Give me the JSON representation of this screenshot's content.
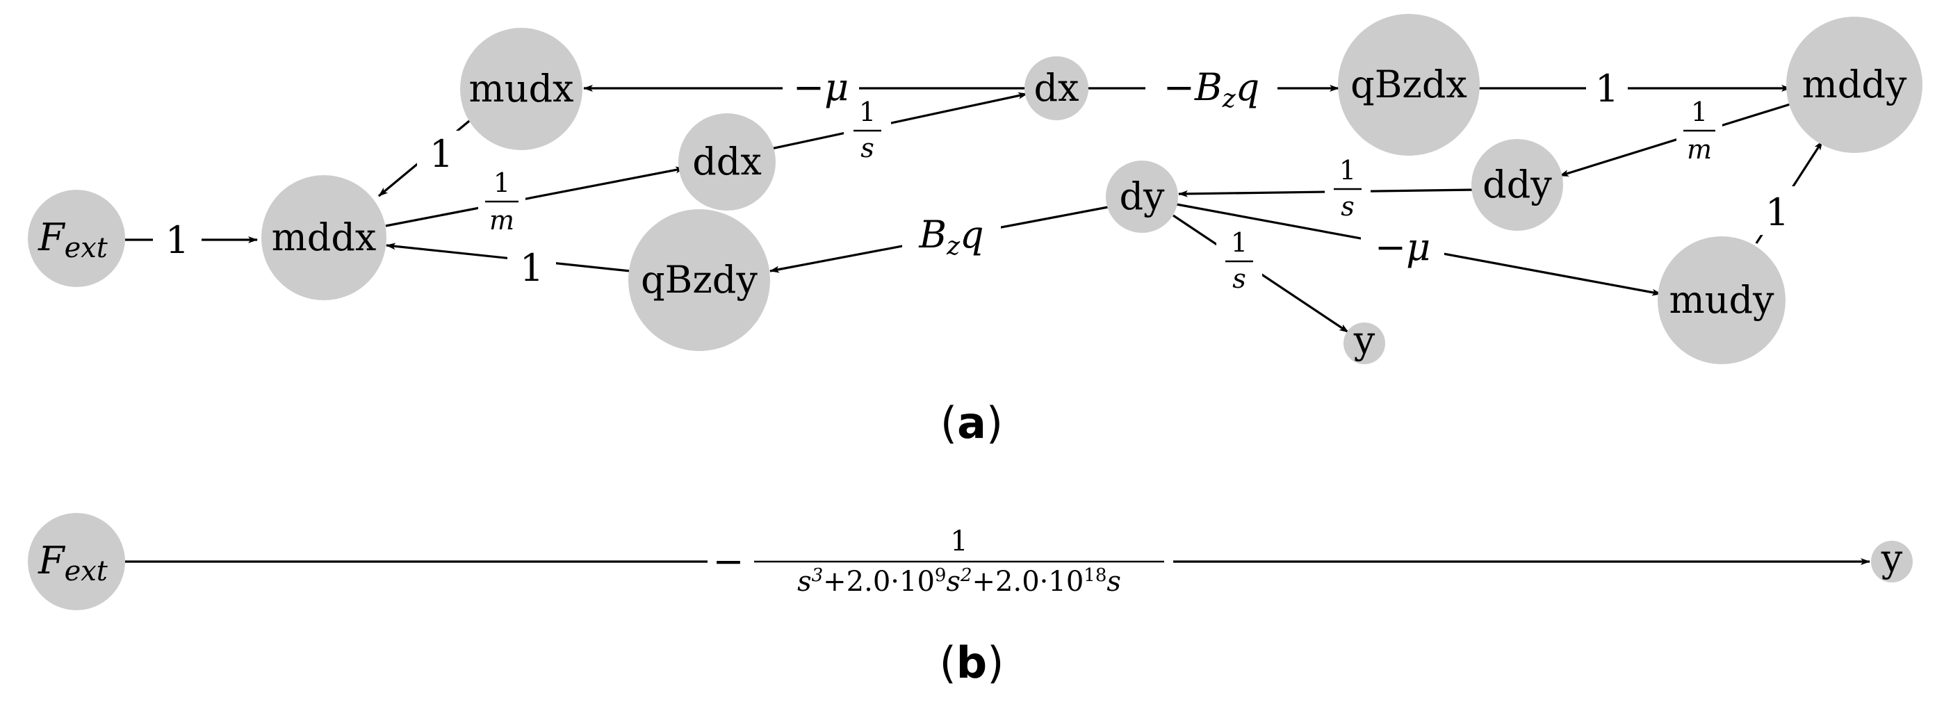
{
  "diagram_a": {
    "caption_letter": "a",
    "nodes": {
      "fext": {
        "main": "F",
        "sub": "ext"
      },
      "mddx": "mddx",
      "mudx": "mudx",
      "ddx": "ddx",
      "dx": "dx",
      "qBzdx": "qBzdx",
      "mddy": "mddy",
      "ddy": "ddy",
      "dy": "dy",
      "qBzdy": "qBzdy",
      "mudy": "mudy",
      "y": "y"
    },
    "edges": {
      "fext_mddx": "1",
      "mudx_mddx": "1",
      "mddx_ddx": {
        "num": "1",
        "den": "m"
      },
      "ddx_dx": {
        "num": "1",
        "den": "s"
      },
      "dx_mudx": {
        "sign": "−",
        "sym": "μ"
      },
      "dx_qBzdx": {
        "sign": "−",
        "main": "B",
        "sub": "z",
        "tail": "q"
      },
      "qBzdx_mddy": "1",
      "mddy_ddy": {
        "num": "1",
        "den": "m"
      },
      "mudy_mddy": "1",
      "ddy_dy": {
        "num": "1",
        "den": "s"
      },
      "dy_qBzdy": {
        "main": "B",
        "sub": "z",
        "tail": "q"
      },
      "qBzdy_mddx": "1",
      "dy_mudy": {
        "sign": "−",
        "sym": "μ"
      },
      "dy_y": {
        "num": "1",
        "den": "s"
      }
    }
  },
  "diagram_b": {
    "caption_letter": "b",
    "nodes": {
      "fext": {
        "main": "F",
        "sub": "ext"
      },
      "y": "y"
    },
    "transfer": {
      "sign": "−",
      "num": "1",
      "den": {
        "t1": "s",
        "t1_exp": "3",
        "op1": "+2.0·10",
        "op1_exp": "9",
        "t2": "s",
        "t2_exp": "2",
        "op2": "+2.0·10",
        "op2_exp": "18",
        "t3": "s"
      }
    }
  }
}
